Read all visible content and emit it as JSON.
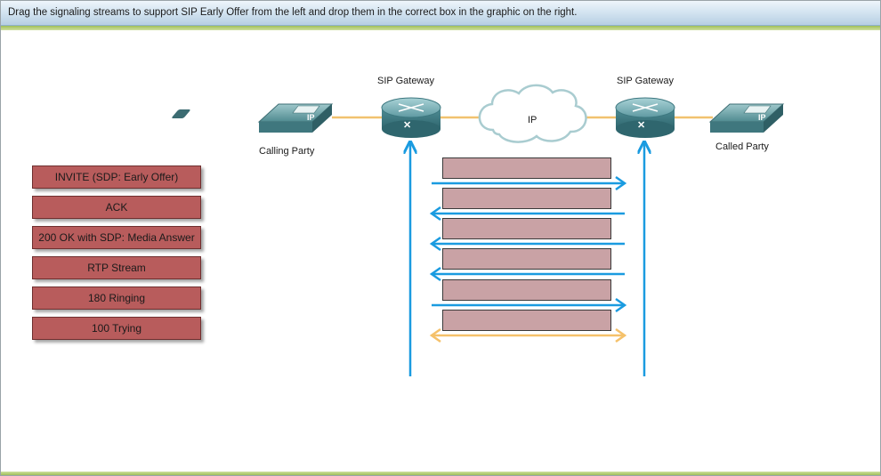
{
  "instruction": "Drag the signaling streams to support SIP Early Offer from the left and drop them in the correct box in the graphic on the right.",
  "streams": [
    {
      "label": "INVITE (SDP: Early Offer)"
    },
    {
      "label": "ACK"
    },
    {
      "label": "200 OK with SDP: Media Answer"
    },
    {
      "label": "RTP Stream"
    },
    {
      "label": "180 Ringing"
    },
    {
      "label": "100 Trying"
    }
  ],
  "diagram": {
    "left_gateway_label": "SIP Gateway",
    "right_gateway_label": "SIP Gateway",
    "cloud_label": "IP",
    "calling_party_label": "Calling Party",
    "called_party_label": "Called Party",
    "phone_badge": "IP"
  },
  "drop_boxes": [
    {
      "arrow": "right",
      "color": "#1a9be0"
    },
    {
      "arrow": "left",
      "color": "#1a9be0"
    },
    {
      "arrow": "left",
      "color": "#1a9be0"
    },
    {
      "arrow": "left",
      "color": "#1a9be0"
    },
    {
      "arrow": "right",
      "color": "#1a9be0"
    },
    {
      "arrow": "both",
      "color": "#f5c16a"
    }
  ],
  "colors": {
    "source_fill": "#b85c5c",
    "drop_fill": "#c9a2a5",
    "signal_arrow": "#1a9be0",
    "media_arrow": "#f5c16a",
    "link_line": "#f1c26f"
  }
}
